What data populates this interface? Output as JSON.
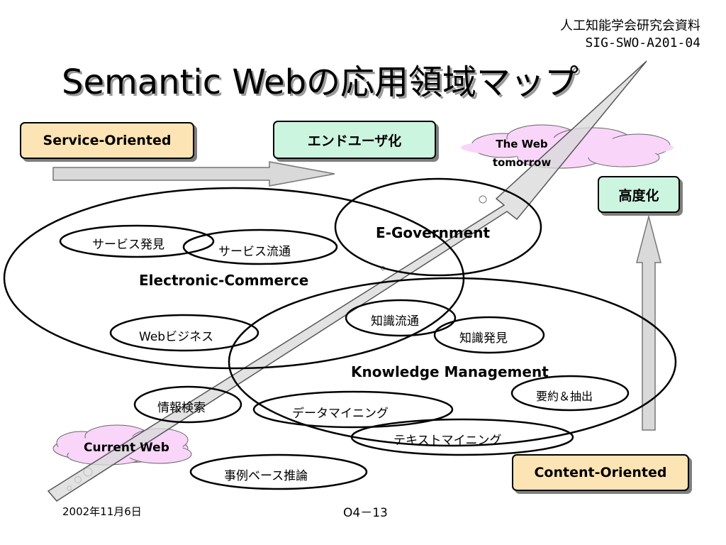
{
  "header": {
    "org": "人工知能学会研究会資料",
    "doc_id": "SIG-SWO-A201-04",
    "title": "Semantic Webの応用領域マップ"
  },
  "boxes": {
    "service_oriented": "Service-Oriented",
    "end_user": "エンドユーザ化",
    "advanced": "高度化",
    "content_oriented": "Content-Oriented"
  },
  "clouds": {
    "web_tomorrow": "The Web tomorrow",
    "current_web": "Current Web"
  },
  "regions": {
    "e_government": "E-Government",
    "electronic_commerce": "Electronic-Commerce",
    "knowledge_management": "Knowledge Management"
  },
  "items": {
    "service_discovery": "サービス発見",
    "service_distribution": "サービス流通",
    "web_business": "Webビジネス",
    "knowledge_distribution": "知識流通",
    "knowledge_discovery": "知識発見",
    "info_retrieval": "情報検索",
    "data_mining": "データマイニング",
    "summary_extraction": "要約＆抽出",
    "text_mining": "テキストマイニング",
    "case_based_reasoning": "事例ベース推論"
  },
  "footer": {
    "date": "2002年11月6日",
    "page": "O4－13"
  }
}
